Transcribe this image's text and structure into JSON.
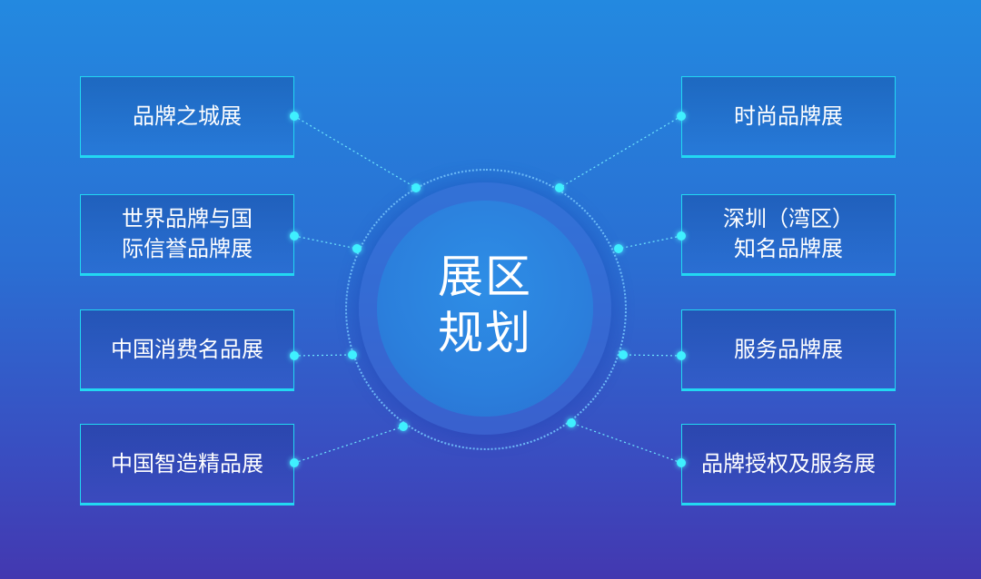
{
  "center": {
    "line1": "展区",
    "line2": "规划"
  },
  "left_items": [
    {
      "label": "品牌之城展"
    },
    {
      "label": "世界品牌与国\n际信誉品牌展"
    },
    {
      "label": "中国消费名品展"
    },
    {
      "label": "中国智造精品展"
    }
  ],
  "right_items": [
    {
      "label": "时尚品牌展"
    },
    {
      "label": "深圳（湾区）\n知名品牌展"
    },
    {
      "label": "服务品牌展"
    },
    {
      "label": "品牌授权及服务展"
    }
  ],
  "colors": {
    "accent": "#22d8f2",
    "dot": "#3ff0ff",
    "text": "#ffffff"
  }
}
